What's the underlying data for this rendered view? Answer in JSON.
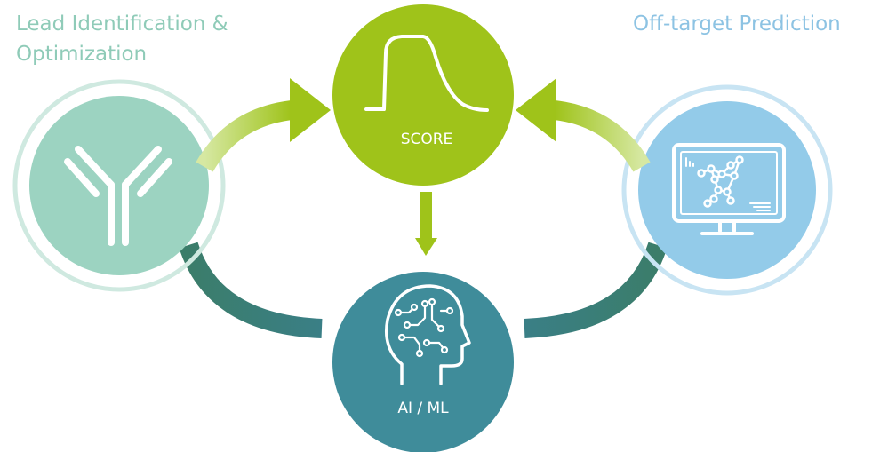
{
  "titles": {
    "left": "Lead Identification &\nOptimization",
    "right": "Off-target Prediction"
  },
  "nodes": {
    "score": {
      "label": "SCORE",
      "icon": "peak-curve-icon"
    },
    "aiml": {
      "label": "AI / ML",
      "icon": "circuit-brain-head-icon"
    },
    "antibody": {
      "icon": "antibody-icon"
    },
    "monitor": {
      "icon": "network-monitor-icon"
    }
  },
  "colors": {
    "green": "#9fc31a",
    "green_light": "#c8de86",
    "teal": "#3f8c9a",
    "teal_dark": "#2f6f6a",
    "mint": "#9cd3c1",
    "mint_ring": "#cfe9e0",
    "sky": "#93cbe9",
    "sky_ring": "#c8e4f3",
    "left_title": "#8fcbb8",
    "right_title": "#8dc3e3"
  }
}
